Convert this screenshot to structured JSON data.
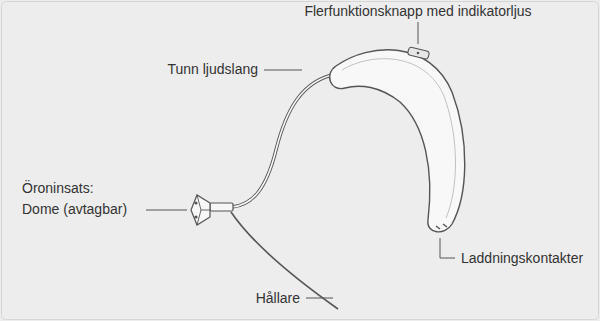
{
  "diagram": {
    "labels": [
      "Flerfunktionsknapp med indikatorljus",
      "Tunn ljudslang",
      "Öroninsats: Dome (avtagbar)",
      "Laddningskontakter",
      "Hållare"
    ]
  }
}
